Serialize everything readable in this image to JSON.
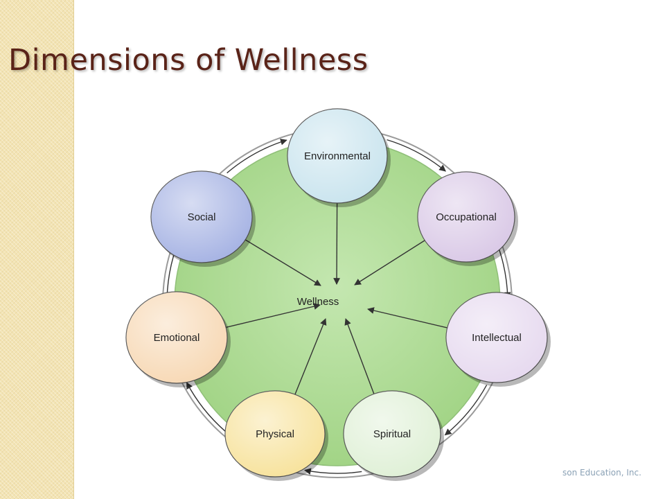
{
  "slide": {
    "title": "Dimensions of Wellness",
    "footer": "son Education, Inc."
  },
  "diagram": {
    "center_label": "Wellness",
    "nodes": [
      {
        "label": "Environmental",
        "fill": "#c9e4ee"
      },
      {
        "label": "Occupational",
        "fill": "#d9c8e6"
      },
      {
        "label": "Intellectual",
        "fill": "#e6d9ef"
      },
      {
        "label": "Spiritual",
        "fill": "#dff0d6"
      },
      {
        "label": "Physical",
        "fill": "#f7e29b"
      },
      {
        "label": "Emotional",
        "fill": "#f7d8b4"
      },
      {
        "label": "Social",
        "fill": "#a5b2e3"
      }
    ],
    "colors": {
      "center_disc": "#a8d98e",
      "arrow": "#333333",
      "title": "#5a2318"
    }
  }
}
